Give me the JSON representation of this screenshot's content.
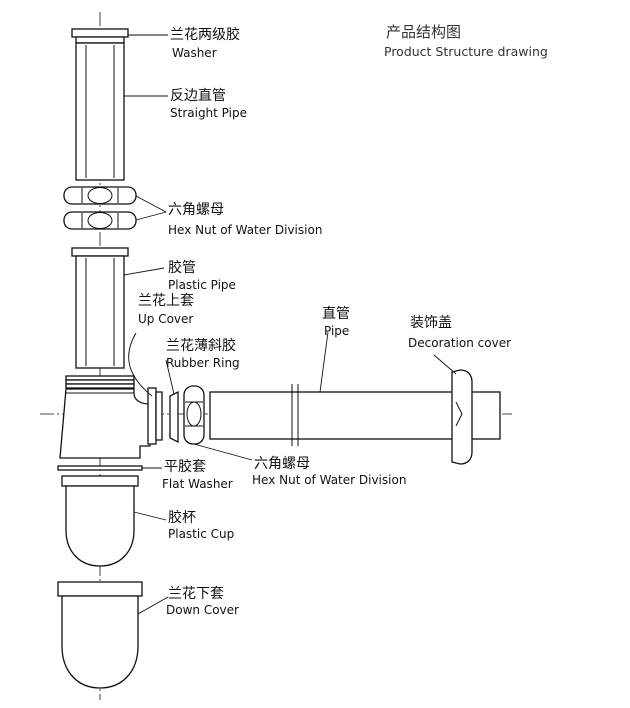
{
  "title": {
    "cn": "产品结构图",
    "en": "Product Structure drawing"
  },
  "labels": {
    "washer": {
      "cn": "兰花两级胶",
      "en": "Washer"
    },
    "straight_pipe": {
      "cn": "反边直管",
      "en": "Straight Pipe"
    },
    "hex_nut_top": {
      "cn": "六角螺母",
      "en": "Hex Nut of Water Division"
    },
    "plastic_pipe": {
      "cn": "胶管",
      "en": "Plastic Pipe"
    },
    "up_cover": {
      "cn": "兰花上套",
      "en": "Up Cover"
    },
    "rubber_ring": {
      "cn": "兰花薄斜胶",
      "en": "Rubber Ring"
    },
    "pipe": {
      "cn": "直管",
      "en": "Pipe"
    },
    "decoration": {
      "cn": "装饰盖",
      "en": "Decoration cover"
    },
    "hex_nut_side": {
      "cn": "六角螺母",
      "en": "Hex Nut of Water Division"
    },
    "flat_washer": {
      "cn": "平胶套",
      "en": "Flat Washer"
    },
    "plastic_cup": {
      "cn": "胶杯",
      "en": "Plastic Cup"
    },
    "down_cover": {
      "cn": "兰花下套",
      "en": "Down Cover"
    }
  }
}
